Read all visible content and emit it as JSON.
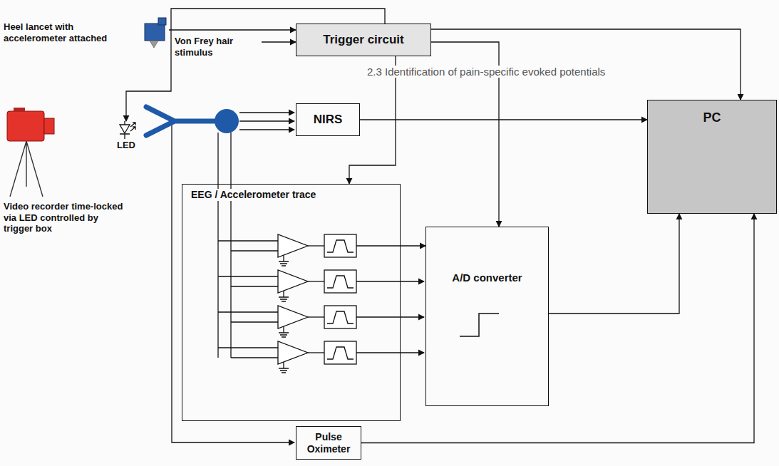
{
  "diagram": {
    "nodes": [
      {
        "text": [
          "Heel lancet with accelerometer attached"
        ]
      },
      {
        "text": [
          "Von Frey hair stimulus"
        ]
      },
      {
        "text": [
          "Trigger circuit"
        ]
      },
      {
        "text": [
          "PC"
        ]
      },
      {
        "text": [
          "NIRS"
        ]
      },
      {
        "text": [
          "LED"
        ]
      },
      {
        "text": [
          "Video recorder time-locked via LED controlled by trigger box"
        ]
      },
      {
        "text": [
          "EEG / Accelerometer trace"
        ]
      },
      {
        "text": [
          "A/D converter"
        ]
      },
      {
        "text": [
          "Pulse Oximeter"
        ]
      }
    ],
    "edges": [
      {
        "from": 0,
        "to": 2,
        "arrow": "to"
      },
      {
        "from": 1,
        "to": 2,
        "arrow": "to"
      },
      {
        "from": 2,
        "to": 5,
        "arrow": "to"
      },
      {
        "from": 2,
        "to": 8,
        "arrow": "to"
      },
      {
        "from": 2,
        "to": 3,
        "arrow": "to"
      },
      {
        "from": 2,
        "to": 7,
        "arrow": "to"
      },
      {
        "from": 4,
        "to": 3,
        "arrow": "to"
      },
      {
        "from": 7,
        "to": 8,
        "arrow": "to"
      },
      {
        "from": 8,
        "to": 3,
        "arrow": "to"
      },
      {
        "from": 9,
        "to": 3,
        "arrow": "to"
      }
    ],
    "labels": [
      "2.3 Identification of pain-specific evoked potentials"
    ]
  }
}
